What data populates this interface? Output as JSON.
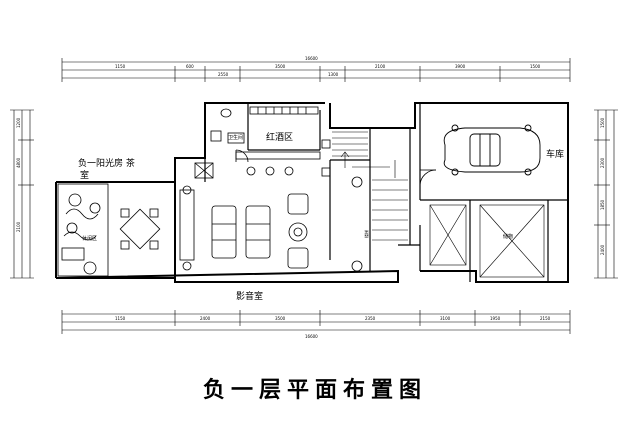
{
  "plan": {
    "title": "负一层平面布置图",
    "rooms": {
      "sunroom_line1": "负一阳光房 茶",
      "sunroom_line2": "室",
      "wine_area": "红酒区",
      "garage": "车库",
      "theater": "影音室",
      "restroom": "卫生间",
      "stair_note": "楼梯",
      "storage": "储物",
      "leisure": "休闲区"
    },
    "dims": {
      "top_total": "16600",
      "top_segments": [
        "1150",
        "600",
        "2550",
        "3500",
        "1300",
        "2100",
        "3900",
        "1500"
      ],
      "bottom_total": "16600",
      "bottom_segments": [
        "1150",
        "2400",
        "3500",
        "2350",
        "3100",
        "1950",
        "2150"
      ],
      "left_segments": [
        "1200",
        "4800",
        "2100"
      ],
      "right_segments": [
        "1500",
        "2300",
        "1850",
        "2400"
      ]
    }
  }
}
